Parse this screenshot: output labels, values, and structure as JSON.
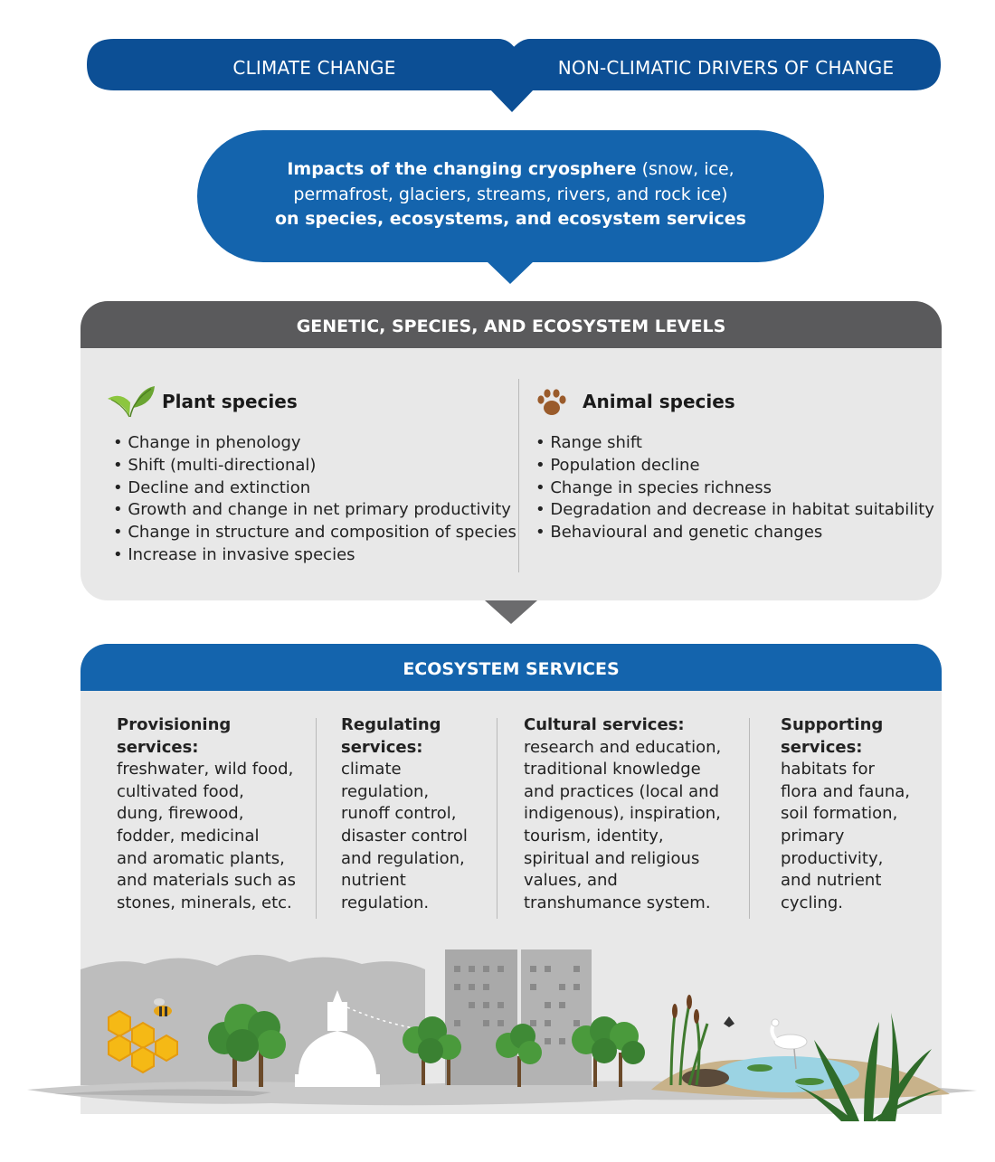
{
  "drivers": {
    "left": "CLIMATE CHANGE",
    "right": "NON-CLIMATIC DRIVERS OF CHANGE"
  },
  "impacts": {
    "bold_start": "Impacts of the changing cryosphere",
    "normal_middle": " (snow, ice, permafrost, glaciers, streams, rivers, and rock ice)",
    "bold_end": "on species, ecosystems, and ecosystem services"
  },
  "levels": {
    "header": "GENETIC, SPECIES, AND ECOSYSTEM LEVELS",
    "plant": {
      "title": "Plant species",
      "icon": "leaf-icon",
      "items": [
        "Change in phenology",
        "Shift (multi-directional)",
        "Decline and extinction",
        "Growth and change in net primary productivity",
        "Change in structure and composition of species",
        "Increase in invasive species"
      ]
    },
    "animal": {
      "title": "Animal species",
      "icon": "paw-icon",
      "items": [
        "Range shift",
        "Population decline",
        "Change in species richness",
        "Degradation and decrease in habitat suitability",
        "Behavioural and genetic changes"
      ]
    }
  },
  "ecosystem": {
    "header": "ECOSYSTEM SERVICES",
    "services": [
      {
        "title_lines": [
          "Provisioning",
          "services:"
        ],
        "body_lines": [
          "freshwater, wild food,",
          "cultivated food,",
          "dung, firewood,",
          "fodder, medicinal",
          "and aromatic plants,",
          "and materials such as",
          "stones, minerals, etc."
        ]
      },
      {
        "title_lines": [
          "Regulating",
          "services:"
        ],
        "body_lines": [
          "climate",
          "regulation,",
          "runoff control,",
          "disaster control",
          "and regulation,",
          "nutrient",
          "regulation."
        ]
      },
      {
        "title_lines": [
          "Cultural services:"
        ],
        "body_lines": [
          "research and education,",
          "traditional knowledge",
          "and practices (local and",
          "indigenous), inspiration,",
          "tourism, identity,",
          "spiritual and religious",
          "values, and",
          "transhumance system."
        ]
      },
      {
        "title_lines": [
          "Supporting",
          "services:"
        ],
        "body_lines": [
          "habitats for",
          "flora and fauna,",
          "soil formation,",
          "primary",
          "productivity,",
          "and nutrient",
          "cycling."
        ]
      }
    ]
  },
  "colors": {
    "dark_blue": "#0c4f95",
    "blue": "#1464ad",
    "gray_header": "#5a5a5c",
    "panel_gray": "#e8e8e8"
  }
}
